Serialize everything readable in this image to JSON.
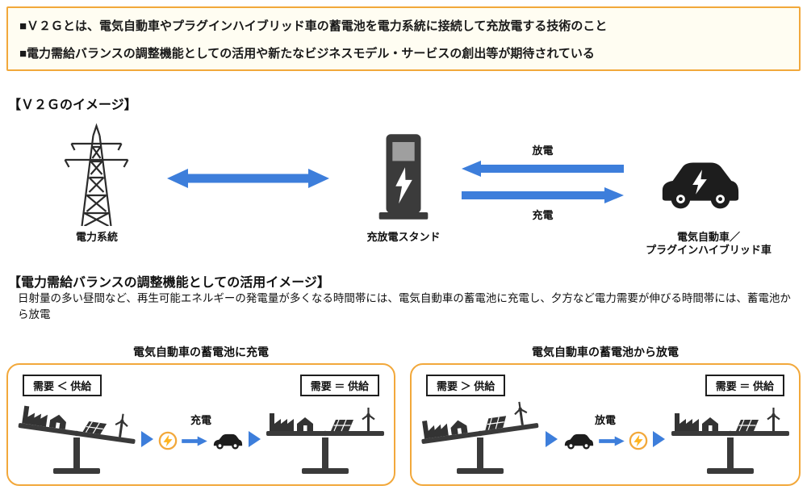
{
  "header_box": {
    "bullets": [
      "■Ｖ２Ｇとは、電気自動車やプラグインハイブリッド車の蓄電池を電力系統に接続して充放電する技術のこと",
      "■電力需給バランスの調整機能としての活用や新たなビジネスモデル・サービスの創出等が期待されている"
    ]
  },
  "v2g_section": {
    "heading": "【Ｖ２Ｇのイメージ】",
    "grid_label": "電力系統",
    "stand_label": "充放電スタンド",
    "car_label": "電気自動車／\nプラグインハイブリッド車",
    "discharge_label": "放電",
    "charge_label": "充電"
  },
  "usage_section": {
    "heading": "【電力需給バランスの調整機能としての活用イメージ】",
    "description": "日射量の多い昼間など、再生可能エネルギーの発電量が多くなる時間帯には、電気自動車の蓄電池に充電し、夕方など電力需要が伸びる時間帯には、蓄電池から放電",
    "panels": [
      {
        "title": "電気自動車の蓄電池に充電",
        "state_before": "需要 ＜ 供給",
        "state_after": "需要 ＝ 供給",
        "action": "充電"
      },
      {
        "title": "電気自動車の蓄電池から放電",
        "state_before": "需要 ＞ 供給",
        "state_after": "需要 ＝ 供給",
        "action": "放電"
      }
    ]
  },
  "colors": {
    "accent_orange": "#F2A83B",
    "arrow_blue": "#3D7EDB",
    "icon_dark": "#3A3A3A",
    "header_bg": "#FFFDF2"
  }
}
